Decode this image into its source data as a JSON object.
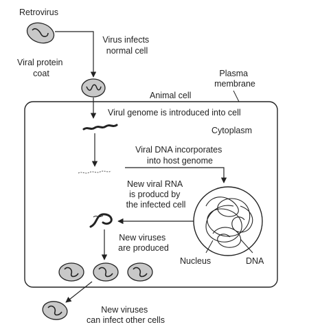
{
  "labels": {
    "retrovirus": "Retrovirus",
    "viral_protein_coat": [
      "Viral protein",
      "coat"
    ],
    "virus_infects": [
      "Virus infects",
      "normal cell"
    ],
    "plasma_membrane": [
      "Plasma",
      "membrane"
    ],
    "animal_cell": "Animal cell",
    "genome_introduced": "Virul genome is introduced into cell",
    "cytoplasm": "Cytoplasm",
    "dna_incorporates": [
      "Viral DNA incorporates",
      "into host genome"
    ],
    "rna_produced": [
      "New viral RNA",
      "is producd by",
      "the infected cell"
    ],
    "new_viruses_produced": [
      "New viruses",
      "are produced"
    ],
    "nucleus": "Nucleus",
    "dna": "DNA",
    "new_viruses_infect": [
      "New viruses",
      "can infect other cells"
    ]
  },
  "colors": {
    "stroke": "#222222",
    "virus_fill": "#c8c8c8",
    "cell_fill": "#ffffff"
  }
}
